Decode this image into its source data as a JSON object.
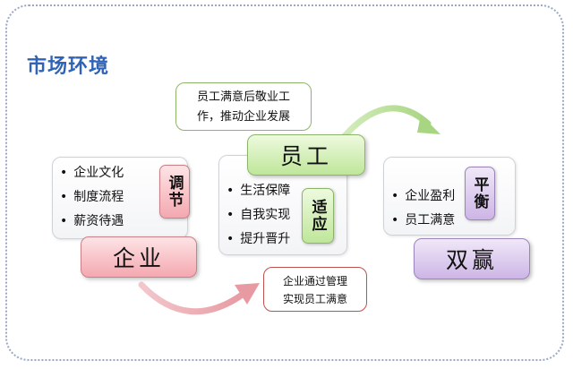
{
  "title": "市场环境",
  "enterprise": {
    "items": [
      "企业文化",
      "制度流程",
      "薪资待遇"
    ],
    "tag": "调节",
    "label": "企业"
  },
  "employee": {
    "items": [
      "生活保障",
      "自我实现",
      "提升晋升"
    ],
    "tag": "适应",
    "label": "员工"
  },
  "winwin": {
    "items": [
      "企业盈利",
      "员工满意"
    ],
    "tag": "平衡",
    "label": "双赢"
  },
  "notes": {
    "top_line1": "员工满意后敬业工",
    "top_line2": "作，推动企业发展",
    "bottom_line1": "企业通过管理",
    "bottom_line2": "实现员工满意"
  },
  "colors": {
    "title": "#2f63b5",
    "enterprise": "#f4a8b0",
    "employee": "#bfe69a",
    "winwin": "#cdb5e6",
    "note_top_border": "#8db56a",
    "note_bottom_border": "#c0504d"
  }
}
